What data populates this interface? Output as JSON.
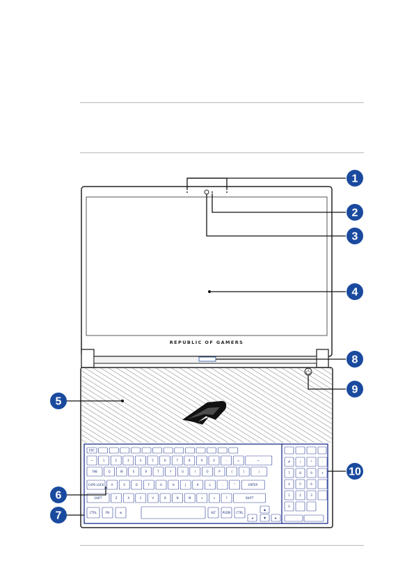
{
  "header_rules": true,
  "laptop": {
    "brand_text": "REPUBLIC OF GAMERS"
  },
  "callouts": [
    "1",
    "2",
    "3",
    "4",
    "5",
    "6",
    "7",
    "8",
    "9",
    "10"
  ],
  "keyboard": {
    "fn_row": [
      "ESC",
      "",
      "",
      "",
      "",
      "",
      "",
      "",
      "",
      "",
      "",
      "",
      "",
      ""
    ],
    "num_row": [
      "~",
      "1",
      "2",
      "3",
      "4",
      "5",
      "6",
      "7",
      "8",
      "9",
      "0",
      "-",
      "=",
      "←"
    ],
    "q_row": [
      "TAB",
      "Q",
      "W",
      "E",
      "R",
      "T",
      "Y",
      "U",
      "I",
      "O",
      "P",
      "{",
      "}",
      "|"
    ],
    "a_row": [
      "CAPS LOCK",
      "A",
      "S",
      "D",
      "F",
      "G",
      "H",
      "J",
      "K",
      "L",
      ":",
      "\"",
      "ENTER"
    ],
    "z_row": [
      "SHIFT",
      "Z",
      "X",
      "C",
      "V",
      "B",
      "N",
      "M",
      "<",
      ">",
      "?",
      "SHIFT"
    ],
    "bottom_row": [
      "CTRL",
      "FN",
      "⊞",
      "ALT",
      "ALT",
      "PGDN",
      "CTRL"
    ],
    "numpad": [
      "#",
      "/",
      "*",
      "-",
      "7",
      "8",
      "9",
      "+",
      "4",
      "5",
      "6",
      "",
      "1",
      "2",
      "3",
      "",
      "0",
      ".",
      ""
    ]
  },
  "colors": {
    "callout_fill": "#1a4a9e",
    "keyboard_border": "#2a3d95",
    "laptop_outline": "#222222",
    "screen_edge": "#555555"
  }
}
